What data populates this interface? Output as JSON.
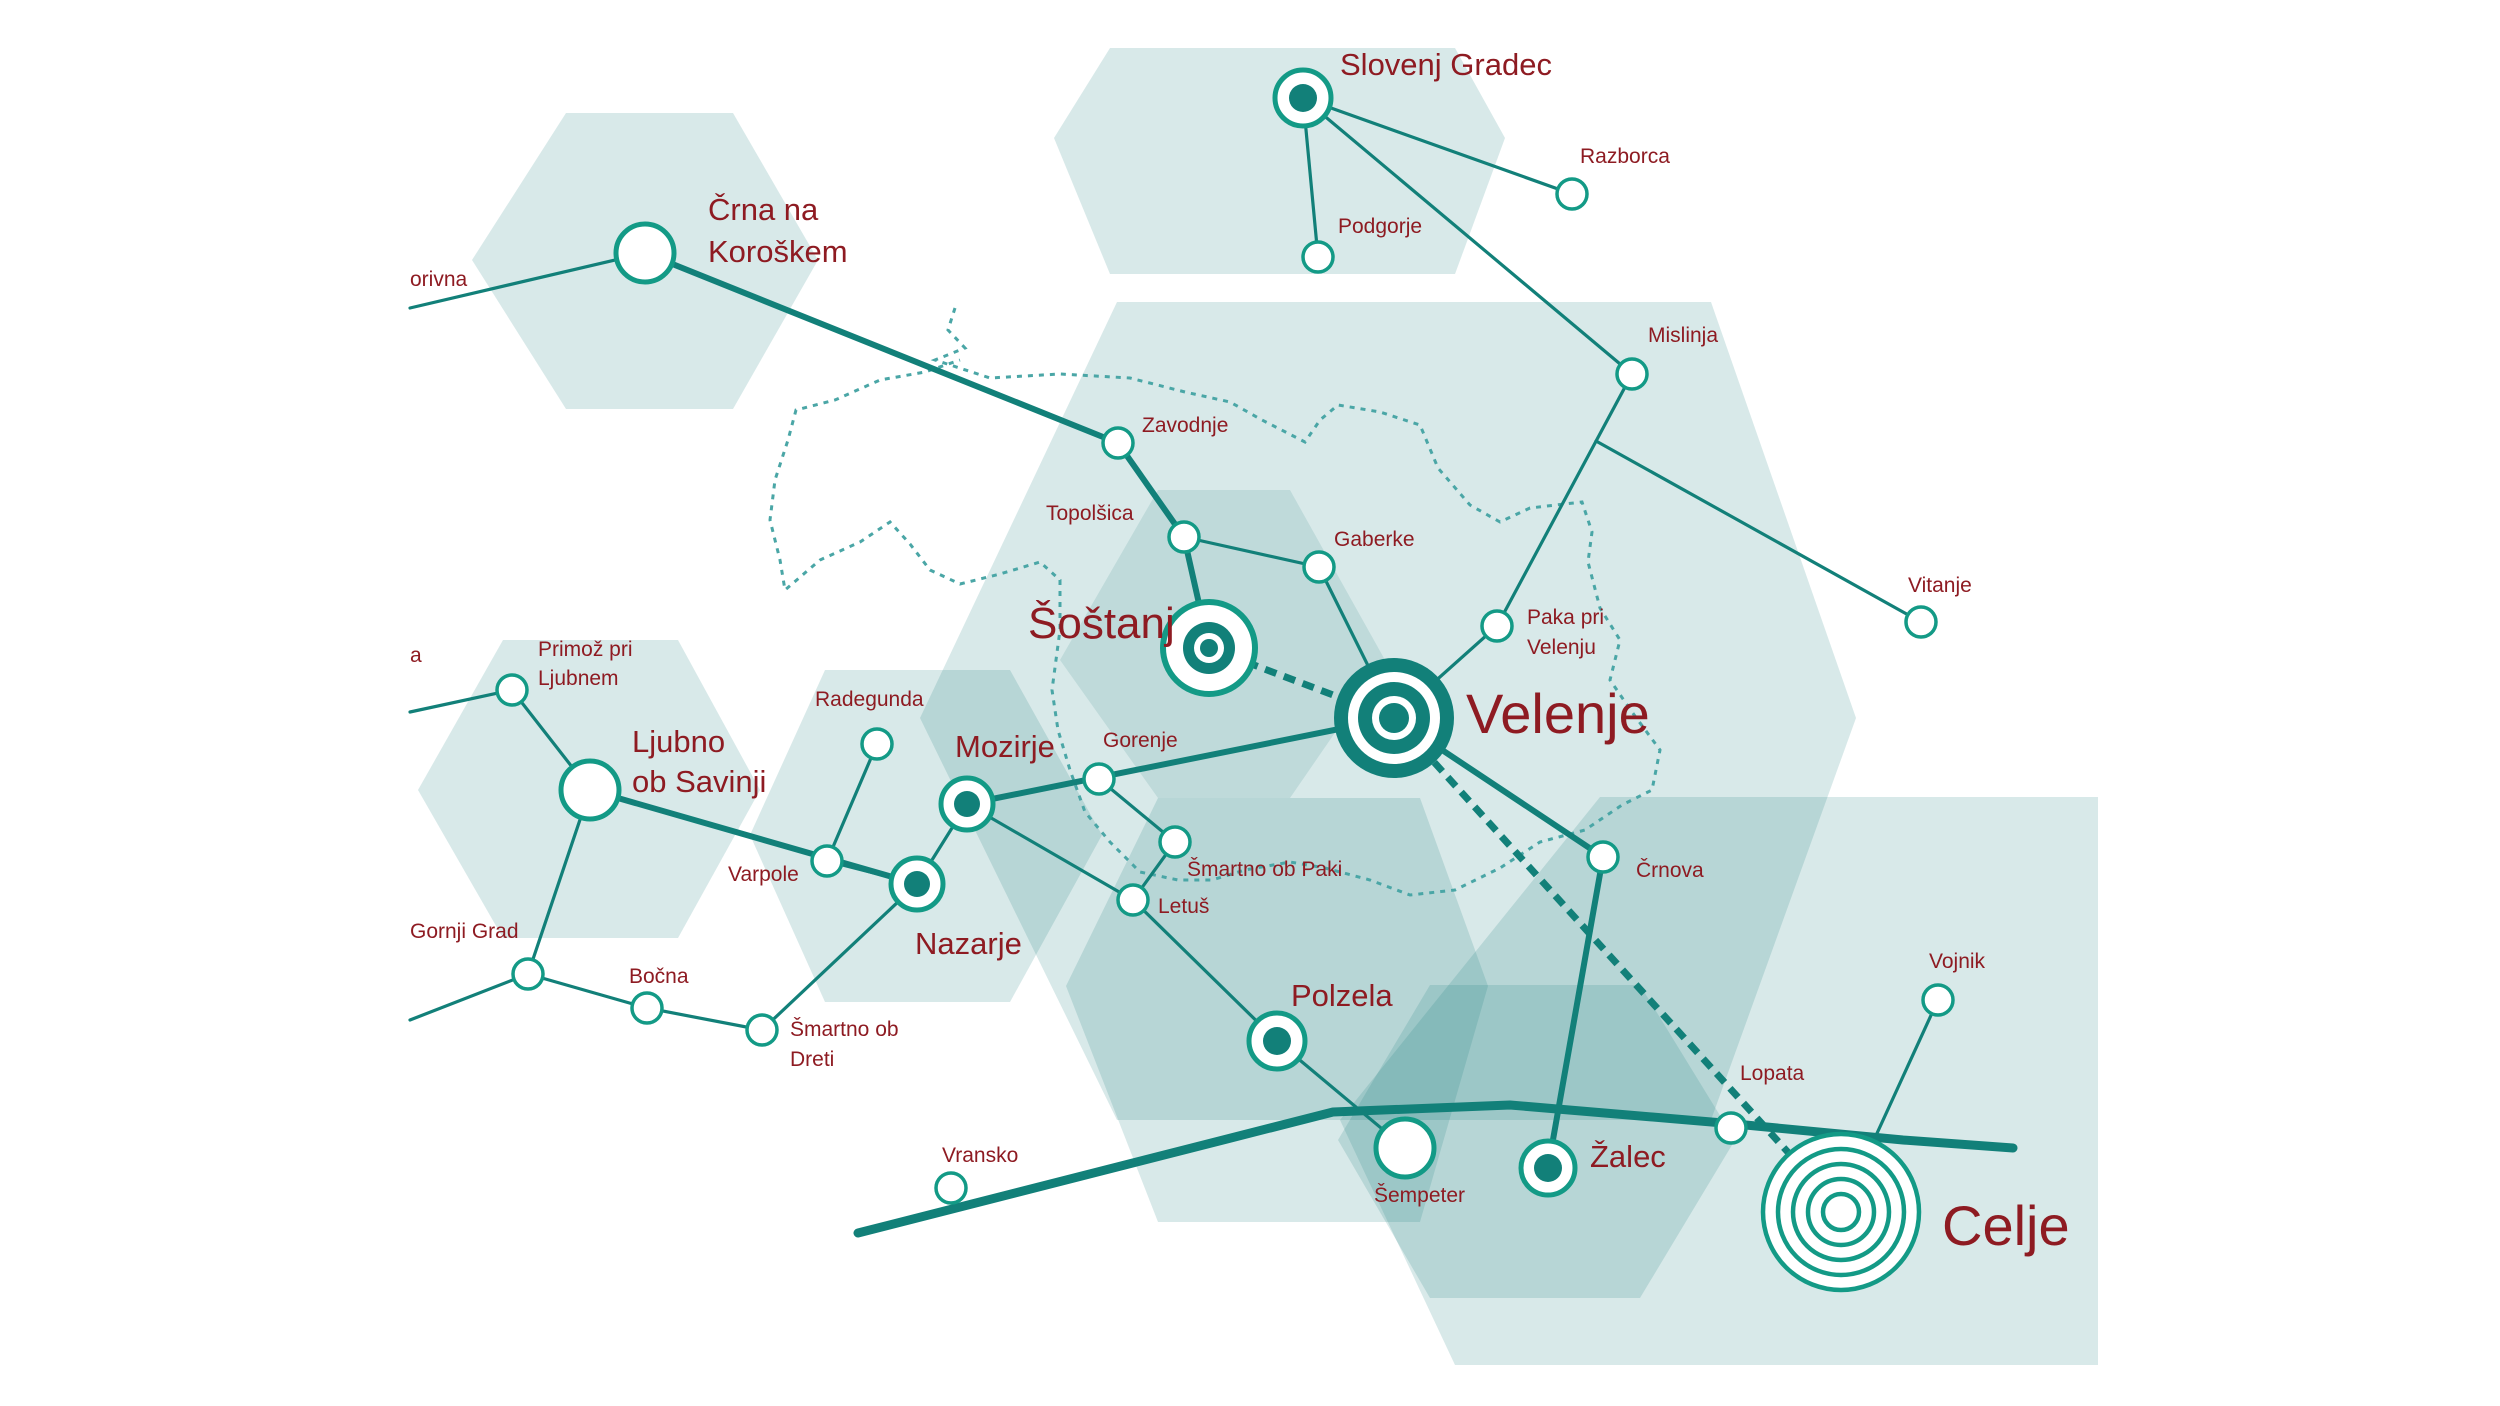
{
  "places": {
    "slovenj_gradec": "Slovenj Gradec",
    "razborca": "Razborca",
    "podgorje": "Podgorje",
    "crna_line1": "Črna na",
    "crna_line2": "Koroškem",
    "prevalje_partial": "orivna",
    "mislinja": "Mislinja",
    "zavodnje": "Zavodnje",
    "topolsica": "Topolšica",
    "gaberke": "Gaberke",
    "vitanje": "Vitanje",
    "sostanj": "Šoštanj",
    "paka_line1": "Paka pri",
    "paka_line2": "Velenju",
    "velenje": "Velenje",
    "partial_a": "a",
    "primoz_line1": "Primož pri",
    "primoz_line2": "Ljubnem",
    "radegunda": "Radegunda",
    "mozirje": "Mozirje",
    "gorenje": "Gorenje",
    "ljubno_line1": "Ljubno",
    "ljubno_line2": "ob Savinji",
    "varpole": "Varpole",
    "smartno_paki": "Šmartno ob Paki",
    "letus": "Letuš",
    "crnova": "Črnova",
    "gornji_grad": "Gornji Grad",
    "nazarje": "Nazarje",
    "vojnik": "Vojnik",
    "bocna": "Bočna",
    "smartno_dreti_line1": "Šmartno ob",
    "smartno_dreti_line2": "Dreti",
    "polzela": "Polzela",
    "lopata": "Lopata",
    "vransko": "Vransko",
    "zalec": "Žalec",
    "sempeter": "Šempeter",
    "celje": "Celje"
  },
  "colors": {
    "line": "#128079",
    "stop_outline": "#139a86",
    "hexagon": "#177e7b",
    "label": "#8e1b22",
    "municipal_border": "#4aa6a6"
  }
}
